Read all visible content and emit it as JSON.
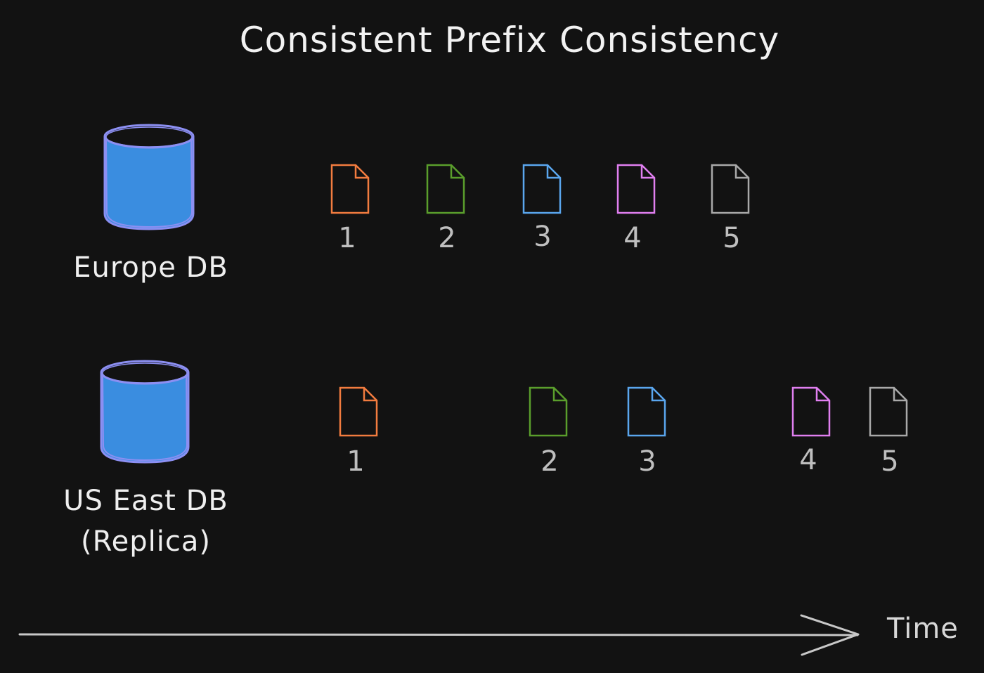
{
  "title": "Consistent Prefix Consistency",
  "europe": {
    "label": "Europe DB",
    "docs": [
      {
        "label": "1",
        "color": "#f27c3f"
      },
      {
        "label": "2",
        "color": "#5a9e2c"
      },
      {
        "label": "3",
        "color": "#5aa6ee"
      },
      {
        "label": "4",
        "color": "#e07ff0"
      },
      {
        "label": "5",
        "color": "#a9a9a9"
      }
    ]
  },
  "replica": {
    "label_line1": "US East DB",
    "label_line2": "(Replica)",
    "docs": [
      {
        "label": "1",
        "color": "#f27c3f"
      },
      {
        "label": "2",
        "color": "#5a9e2c"
      },
      {
        "label": "3",
        "color": "#5aa6ee"
      },
      {
        "label": "4",
        "color": "#e07ff0"
      },
      {
        "label": "5",
        "color": "#a9a9a9"
      }
    ]
  },
  "axis": {
    "label": "Time"
  },
  "colors": {
    "background": "#121212",
    "db_fill": "#3a8de0",
    "db_stroke": "#8c8ff2",
    "axis": "#c8c8c8"
  },
  "icons": {
    "database": "database-icon",
    "document": "document-icon",
    "arrow": "arrow-right-icon"
  }
}
